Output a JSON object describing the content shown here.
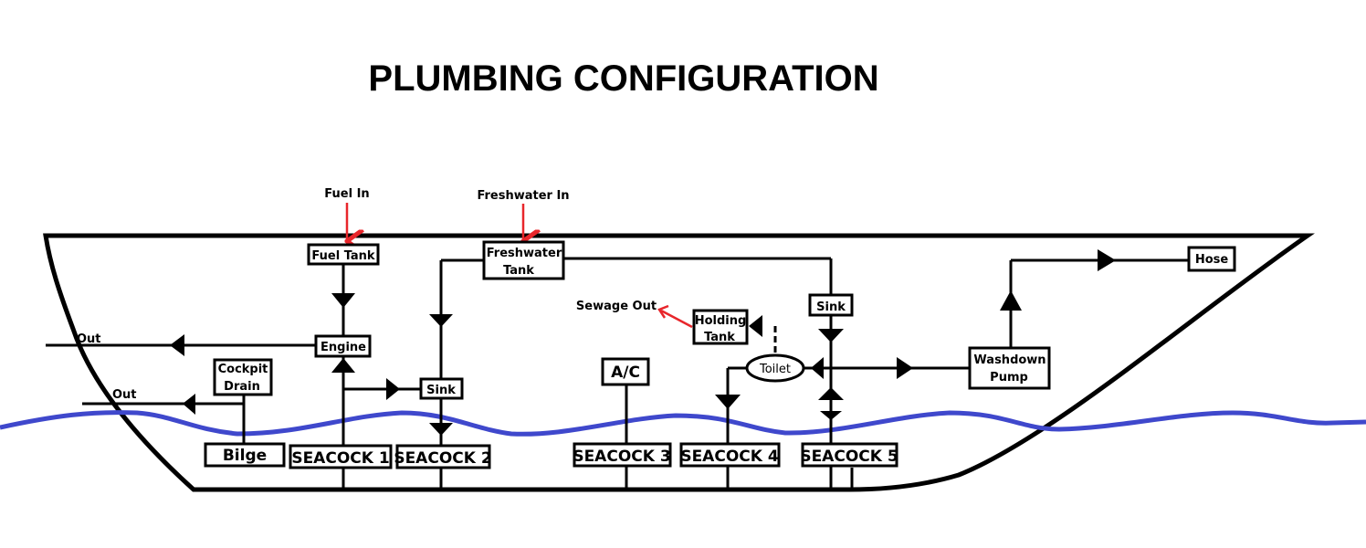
{
  "title": "PLUMBING CONFIGURATION",
  "colors": {
    "line": "#000000",
    "inflow": "#e8262b",
    "water": "#3f48cc"
  },
  "labels": {
    "fuel_in": "Fuel In",
    "freshwater_in": "Freshwater In",
    "sewage_out": "Sewage Out",
    "out_engine": "Out",
    "out_drain": "Out"
  },
  "components": {
    "fuel_tank": "Fuel Tank",
    "freshwater_tank": [
      "Freshwater",
      "Tank"
    ],
    "engine": "Engine",
    "cockpit_drain": [
      "Cockpit",
      "Drain"
    ],
    "bilge": "Bilge",
    "sink_1": "Sink",
    "sink_2": "Sink",
    "holding_tank": [
      "Holding",
      "Tank"
    ],
    "toilet": "Toilet",
    "ac": "A/C",
    "washdown_pump": [
      "Washdown",
      "Pump"
    ],
    "hose": "Hose"
  },
  "seacocks": [
    "SEACOCK 1",
    "SEACOCK 2",
    "SEACOCK 3",
    "SEACOCK 4",
    "SEACOCK 5"
  ]
}
